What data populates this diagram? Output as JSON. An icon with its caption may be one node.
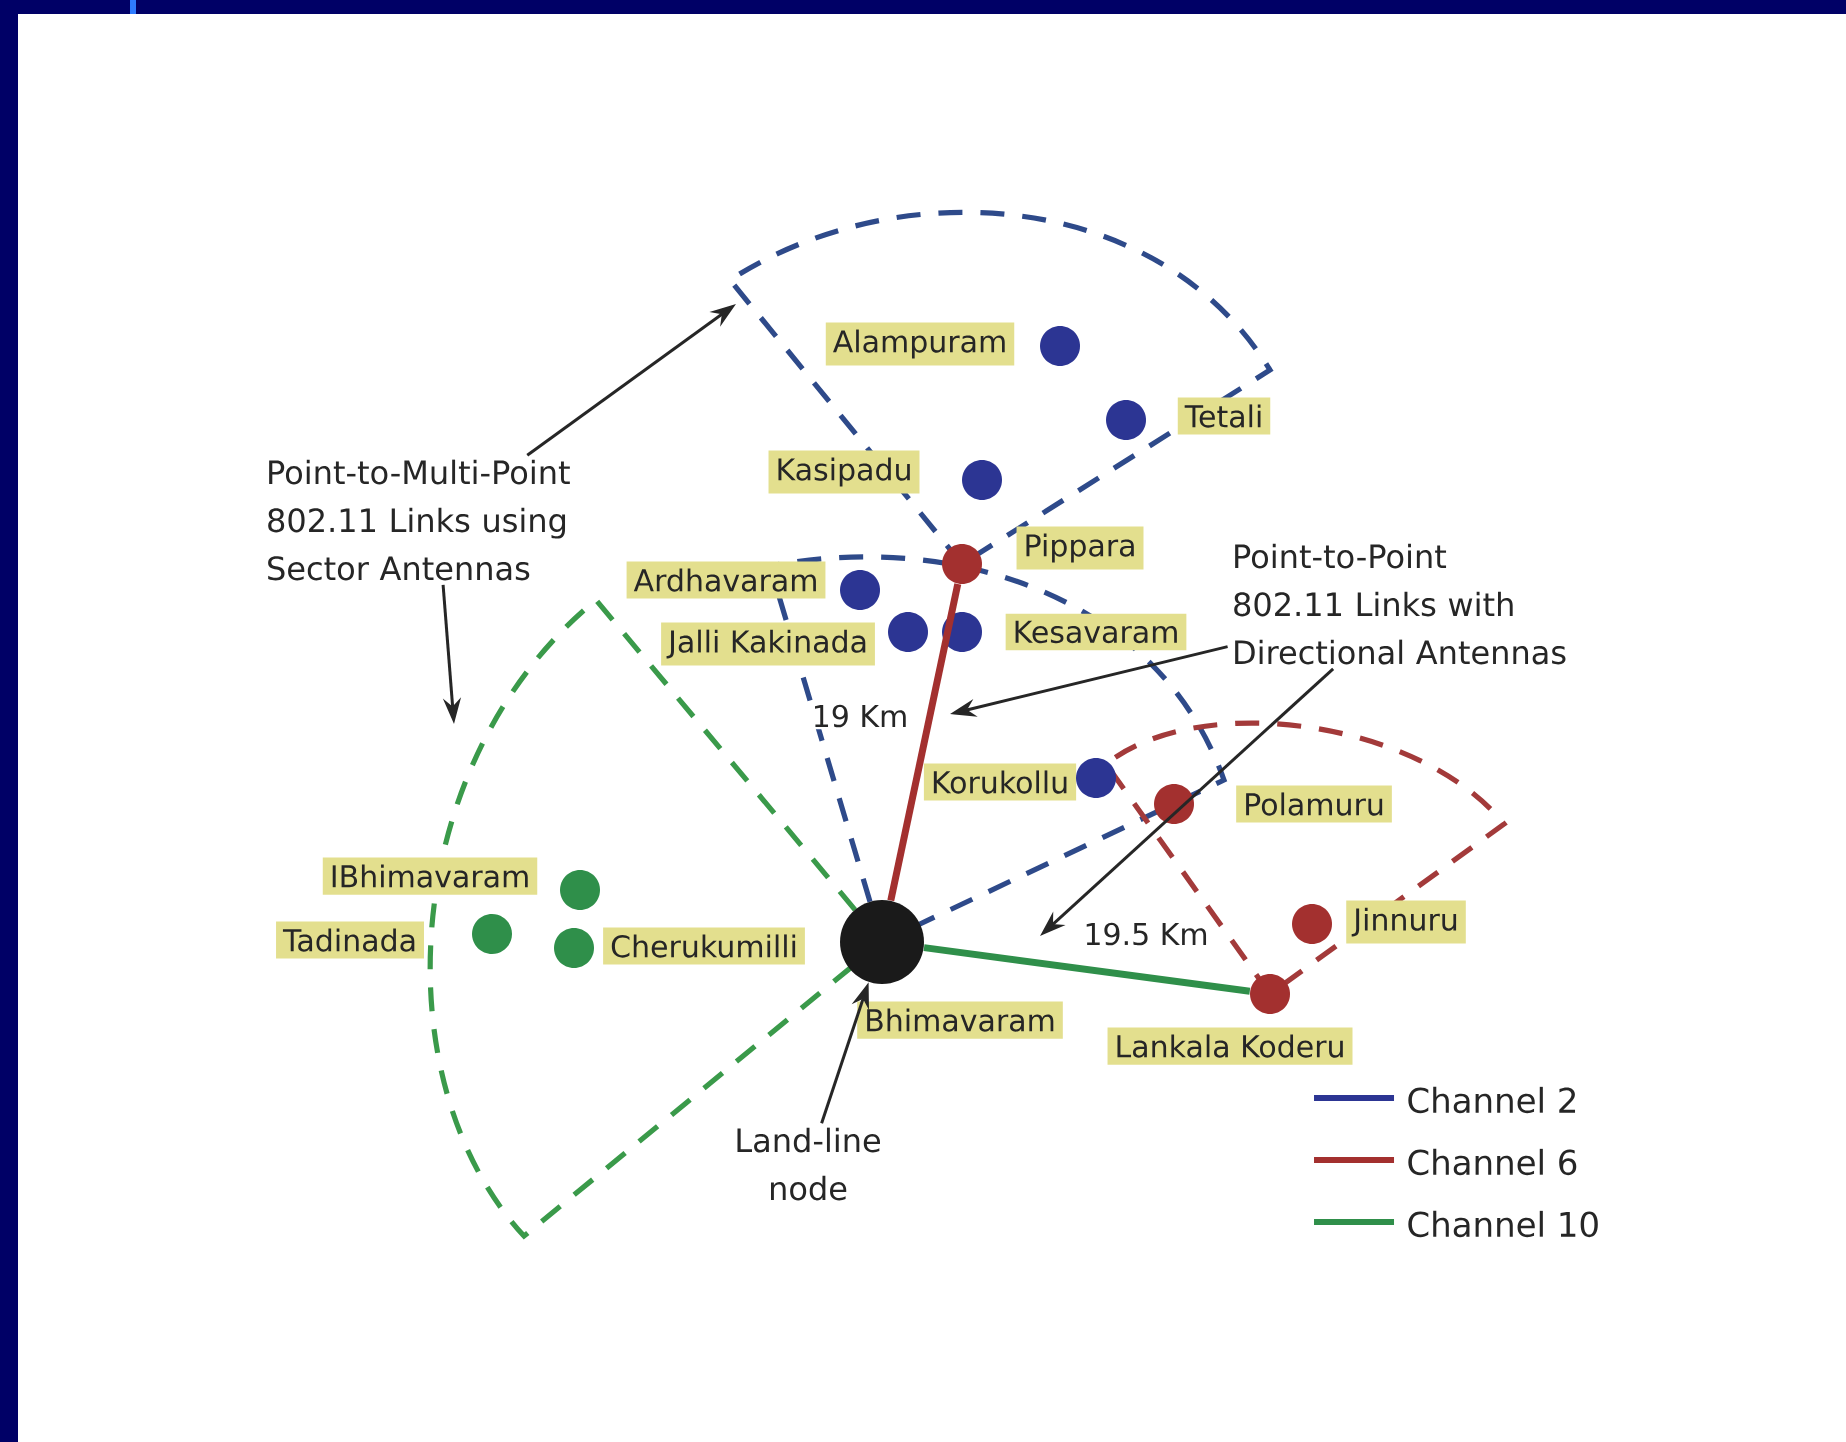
{
  "diagram": {
    "nodes": [
      {
        "text": [
          "Point-to-Multi-Point 802.11 Links using Sector Antennas"
        ]
      },
      {
        "text": [
          "Alampuram"
        ]
      },
      {
        "text": [],
        "shape": "circle"
      },
      {
        "text": [
          "Tetali"
        ]
      },
      {
        "text": [],
        "shape": "circle"
      },
      {
        "text": [
          "Kasipadu"
        ]
      },
      {
        "text": [],
        "shape": "circle"
      },
      {
        "text": [],
        "shape": "circle"
      },
      {
        "text": [
          "Pippara"
        ]
      },
      {
        "text": [
          "Ardhavaram"
        ]
      },
      {
        "text": [],
        "shape": "circle"
      },
      {
        "text": [
          "Point-to-Point 802.11 Links with Directional Antennas"
        ]
      },
      {
        "text": [
          "Jalli Kakinada"
        ]
      },
      {
        "text": [],
        "shape": "circle"
      },
      {
        "text": [],
        "shape": "circle"
      },
      {
        "text": [
          "Kesavaram"
        ]
      },
      {
        "text": [
          "Korukollu"
        ]
      },
      {
        "text": [],
        "shape": "circle"
      },
      {
        "text": [],
        "shape": "circle"
      },
      {
        "text": [
          "Polamuru"
        ]
      },
      {
        "text": [
          "IBhimavaram"
        ]
      },
      {
        "text": [],
        "shape": "circle"
      },
      {
        "text": [
          "Tadinada"
        ]
      },
      {
        "text": [],
        "shape": "circle"
      },
      {
        "text": [],
        "shape": "circle"
      },
      {
        "text": [
          "Cherukumilli"
        ]
      },
      {
        "text": [],
        "shape": "circle"
      },
      {
        "text": [
          "Jinnuru"
        ]
      },
      {
        "text": [],
        "shape": "circle"
      },
      {
        "text": [
          "Bhimavaram"
        ]
      },
      {
        "text": [],
        "shape": "circle"
      },
      {
        "text": [
          "Lankala Koderu"
        ]
      },
      {
        "text": [
          "Land-line node"
        ]
      }
    ],
    "edges": [
      {
        "from": 28,
        "to": 7,
        "arrow": "none",
        "label": "19 Km",
        "style": "thick",
        "color": "#a3302f"
      },
      {
        "from": 28,
        "to": 30,
        "arrow": "none",
        "label": "19.5 Km",
        "style": "thick",
        "color": "#2f8f4a"
      },
      {
        "from": 0,
        "to": null,
        "arrow": "to"
      },
      {
        "from": 0,
        "to": null,
        "arrow": "to"
      },
      {
        "from": 11,
        "to": null,
        "arrow": "to"
      },
      {
        "from": 11,
        "to": null,
        "arrow": "to"
      },
      {
        "from": 32,
        "to": 28,
        "arrow": "to"
      }
    ],
    "legend": [
      {
        "text": "Channel 2"
      },
      {
        "text": "Channel 6"
      },
      {
        "text": "Channel 10"
      }
    ]
  }
}
